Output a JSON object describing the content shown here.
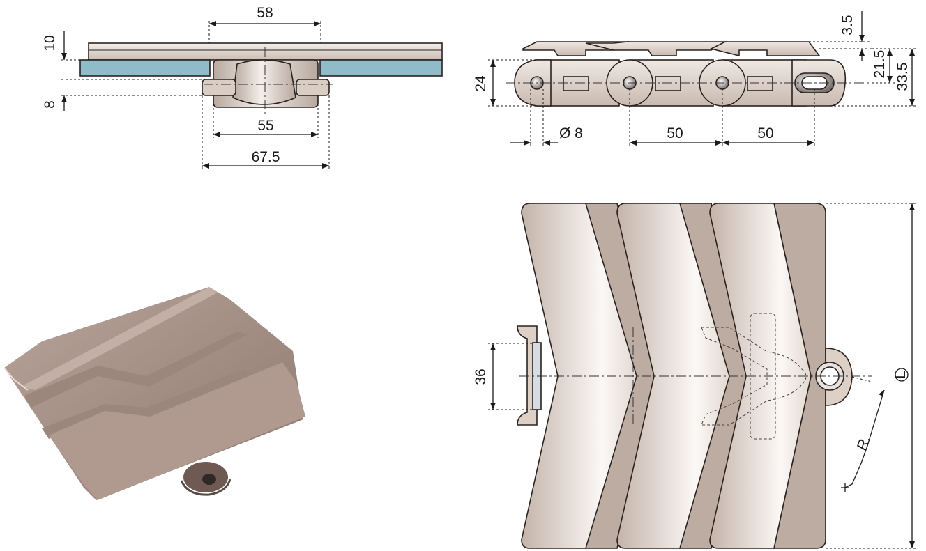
{
  "colors": {
    "plastic_light": "#f1ebe6",
    "plastic_mid": "#d8ccc3",
    "plastic_dark": "#b9aba1",
    "wear_strip": "#8fbcc9",
    "photo_plastic": "#a89288",
    "outline": "#2a2220"
  },
  "front_view": {
    "dims": {
      "top_span": "58",
      "plate_thickness": "10",
      "guide_height": "8",
      "inner_width": "55",
      "outer_width": "67.5"
    }
  },
  "side_view": {
    "dims": {
      "top_offset": "3.5",
      "axis_height": "21.5",
      "total_height": "33.5",
      "link_height": "24",
      "pin_diameter": "Ø 8",
      "pitch_1": "50",
      "pitch_2": "50"
    }
  },
  "top_view": {
    "dims": {
      "tab_width": "36",
      "radius_label": "R.",
      "width_symbol": "L"
    }
  },
  "photo": {
    "icon": "chain-module-photo"
  }
}
